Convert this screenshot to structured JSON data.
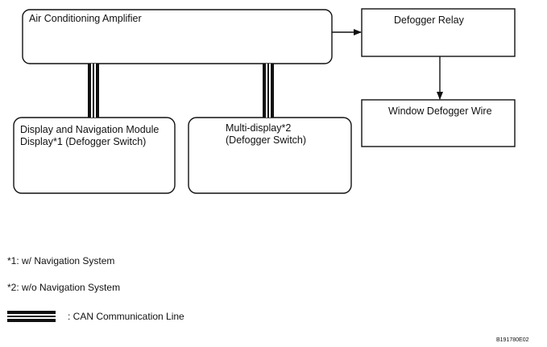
{
  "blocks": {
    "amplifier": "Air Conditioning Amplifier",
    "relay": "Defogger Relay",
    "wire": "Window Defogger Wire",
    "display1": "Display and Navigation Module\nDisplay*1 (Defogger Switch)",
    "display2": "Multi-display*2\n(Defogger Switch)"
  },
  "notes": {
    "note1": "*1: w/ Navigation System",
    "note2": "*2: w/o Navigation System",
    "legend": ": CAN Communication Line"
  },
  "figure_code": "B191780E02",
  "colors": {
    "line": "#111111",
    "background": "#ffffff"
  }
}
